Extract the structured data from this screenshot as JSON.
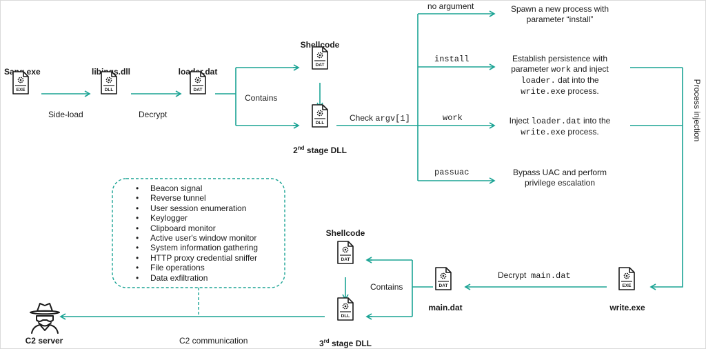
{
  "colors": {
    "accent": "#1aa394",
    "icon": "#1a1a1a"
  },
  "nodes": {
    "sang": {
      "title": "Sang.exe",
      "ext": "EXE"
    },
    "libings": {
      "title": "libings.dll",
      "ext": "DLL"
    },
    "loader": {
      "title": "loader.dat",
      "ext": "DAT"
    },
    "shellcode_top": {
      "title": "Shellcode",
      "ext": "DAT"
    },
    "stage2": {
      "title_main": "2",
      "title_sup": "nd",
      "title_rest": " stage DLL",
      "ext": "DLL"
    },
    "write": {
      "title": "write.exe",
      "ext": "EXE"
    },
    "main": {
      "title": "main.dat",
      "ext": "DAT"
    },
    "shellcode_bottom": {
      "title": "Shellcode",
      "ext": "DAT"
    },
    "stage3": {
      "title_main": "3",
      "title_sup": "rd",
      "title_rest": " stage DLL",
      "ext": "DLL"
    },
    "c2": {
      "title": "C2 server"
    }
  },
  "edges": {
    "side_load": "Side-load",
    "decrypt": "Decrypt",
    "contains_top": "Contains",
    "check_prefix": "Check ",
    "check_code": "argv[1]",
    "decrypt_main_prefix": "Decrypt",
    "decrypt_main_code": "main.dat",
    "contains_bottom": "Contains",
    "c2_comm": "C2 communication",
    "process_injection": "Process injection"
  },
  "branches": [
    {
      "arg": "no argument",
      "desc": [
        "Spawn a new process with",
        "parameter “install”"
      ]
    },
    {
      "arg": "install",
      "desc_html": [
        "Establish persistence with",
        "parameter <code>work</code> and inject",
        "<code>loader.</code> dat into the",
        "<code>write.exe</code> process."
      ]
    },
    {
      "arg": "work",
      "desc_html": [
        "Inject <code>loader.dat</code> into the",
        "<code>write.exe</code> process."
      ]
    },
    {
      "arg": "passuac",
      "desc": [
        "Bypass UAC and perform",
        "privilege escalation"
      ]
    }
  ],
  "capabilities": [
    "Beacon signal",
    "Reverse tunnel",
    "User session enumeration",
    "Keylogger",
    "Clipboard monitor",
    "Active user's window monitor",
    "System information gathering",
    "HTTP proxy credential sniffer",
    "File operations",
    "Data exfiltration"
  ]
}
